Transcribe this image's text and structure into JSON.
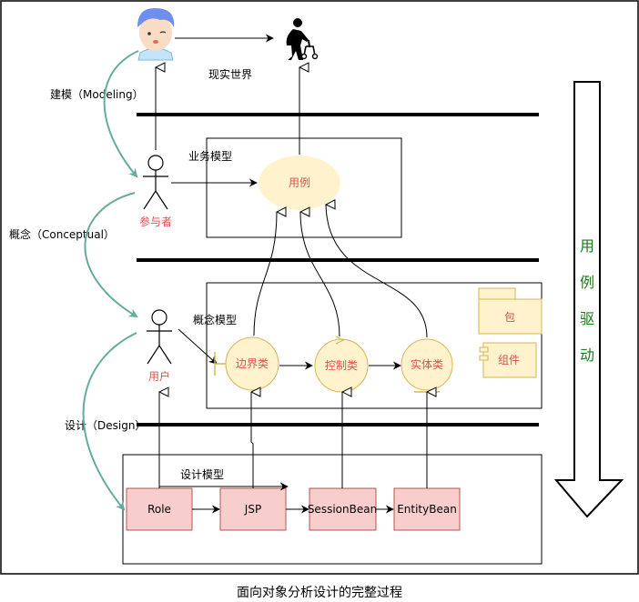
{
  "labels": {
    "real_world": "现实世界",
    "business_model": "业务模型",
    "concept_model": "概念模型",
    "design_model": "设计模型",
    "modeling": "建模（Modeling）",
    "conceptual": "概念（Conceptual）",
    "design": "设计（Design）",
    "actor_participant": "参与者",
    "actor_user": "用户",
    "use_case": "用例",
    "boundary": "边界类",
    "control": "控制类",
    "entity": "实体类",
    "package": "包",
    "component": "组件",
    "role": "Role",
    "jsp": "JSP",
    "session_bean": "SessionBean",
    "entity_bean": "EntityBean",
    "arrow_text": [
      "用",
      "例",
      "驱",
      "动"
    ],
    "caption": "面向对象分析设计的完整过程"
  },
  "colors": {
    "yellow_fill": "#fff2cc",
    "yellow_stroke": "#d6b656",
    "pink_fill": "#f8cecc",
    "pink_stroke": "#b85450",
    "teal_arrow": "#67ab9f",
    "red_text": "#d9534f",
    "green_text": "#1e7a1e"
  },
  "icons": {
    "person_face": "smiling-boy-icon",
    "elderly": "elderly-person-icon",
    "actor": "stick-figure-icon"
  }
}
